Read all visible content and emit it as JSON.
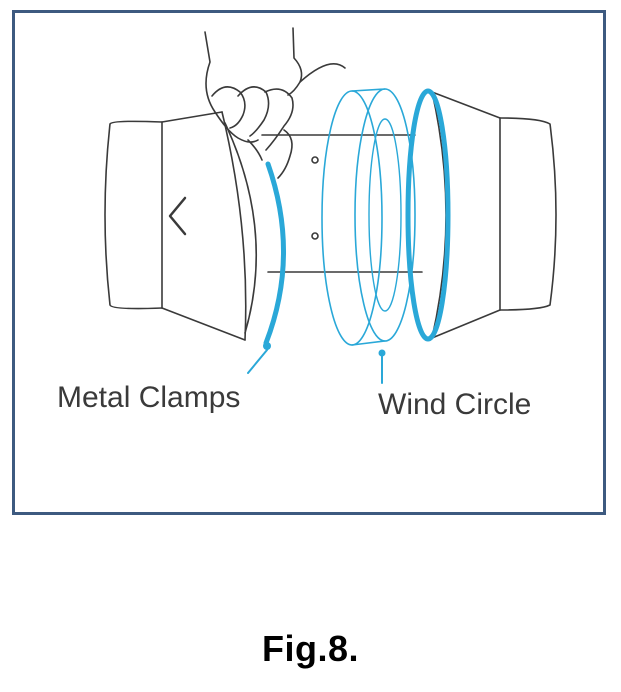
{
  "figure": {
    "labels": {
      "metal_clamps": "Metal Clamps",
      "wind_circle": "Wind Circle"
    },
    "caption": "Fig.8.",
    "colors": {
      "frame": "#3d5a80",
      "highlight": "#2aa8d8",
      "line": "#3a3a3a"
    }
  }
}
